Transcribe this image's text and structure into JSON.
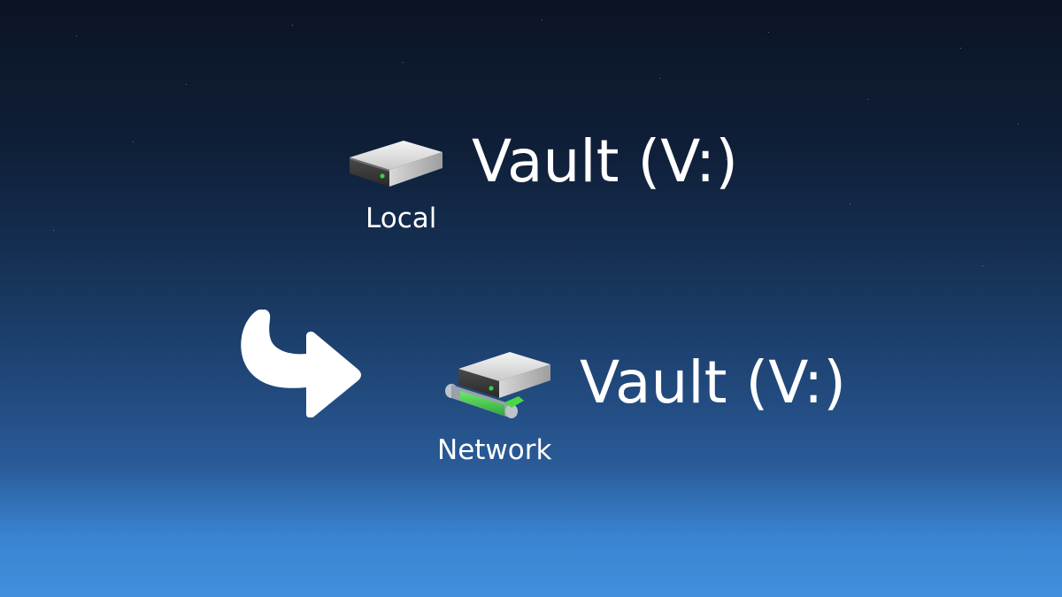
{
  "local_drive": {
    "title": "Vault (V:)",
    "caption": "Local",
    "icon": "hard-drive-icon"
  },
  "network_drive": {
    "title": "Vault (V:)",
    "caption": "Network",
    "icon": "network-drive-icon"
  },
  "transition_icon": "curved-arrow-icon",
  "colors": {
    "background_top": "#0b1424",
    "background_bottom": "#4190dd",
    "text": "#ffffff",
    "led": "#35d04a",
    "network_connector": "#48d848"
  }
}
